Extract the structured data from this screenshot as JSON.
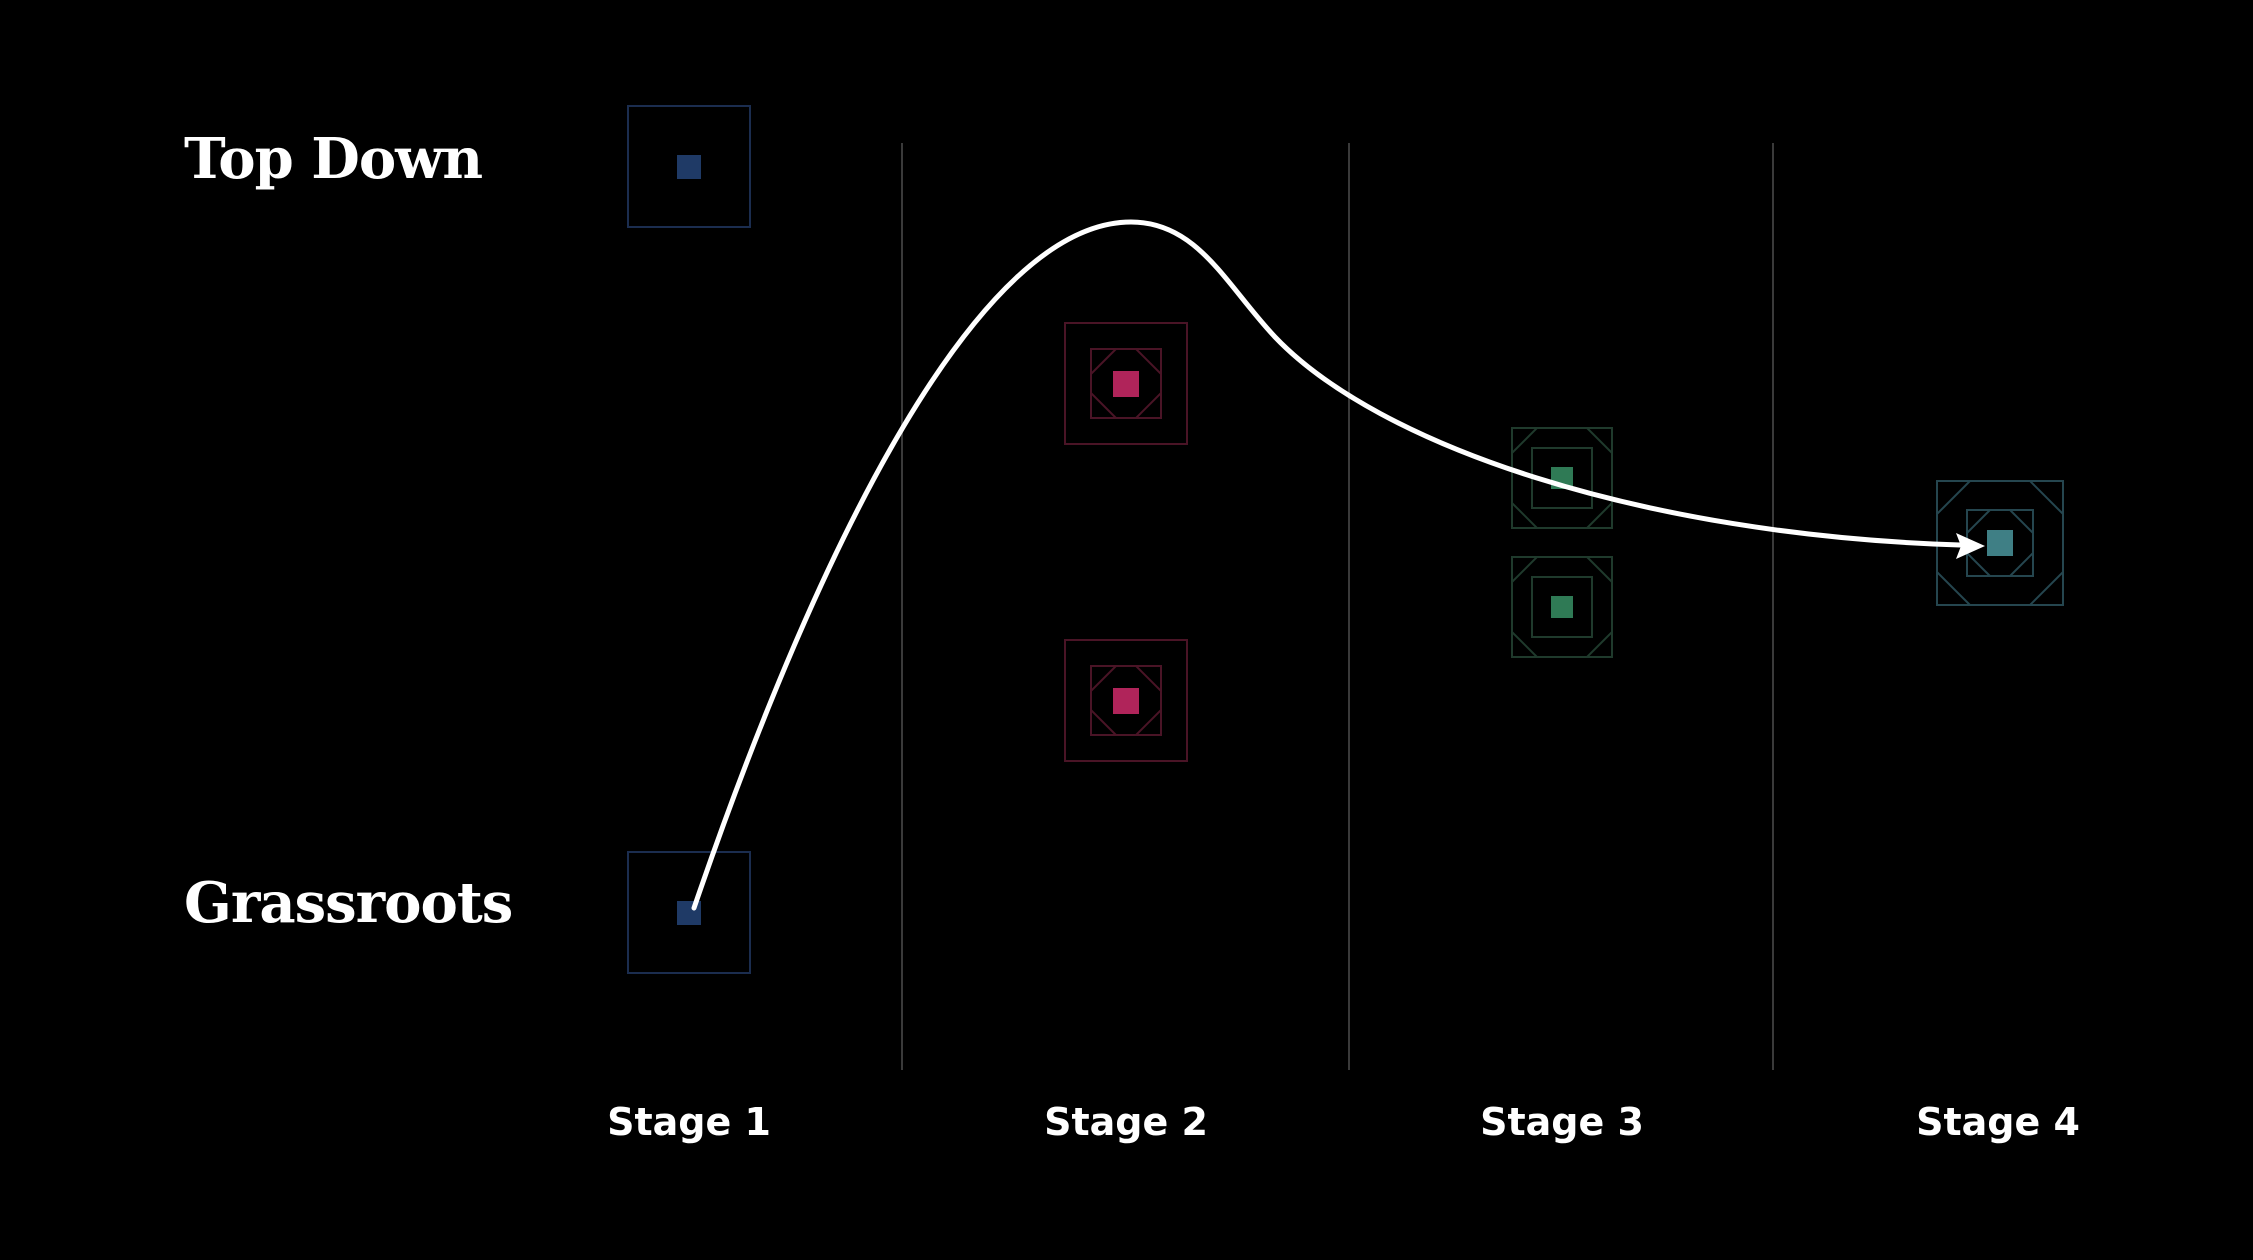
{
  "row_labels": {
    "top": "Top Down",
    "bottom": "Grassroots"
  },
  "stages": [
    "Stage 1",
    "Stage 2",
    "Stage 3",
    "Stage 4"
  ],
  "colors": {
    "background": "#000000",
    "text": "#ffffff",
    "divider": "#3a3a3a",
    "curve": "#ffffff",
    "stage1_frame": "#1b2d4f",
    "stage1_dot": "#1f3a66",
    "stage2_frame": "#4a1426",
    "stage2_dot": "#b0245a",
    "stage3_frame": "#1f3a2c",
    "stage3_dot": "#2f7a55",
    "stage4_frame": "#25464f",
    "stage4_dot": "#3f7f85"
  }
}
